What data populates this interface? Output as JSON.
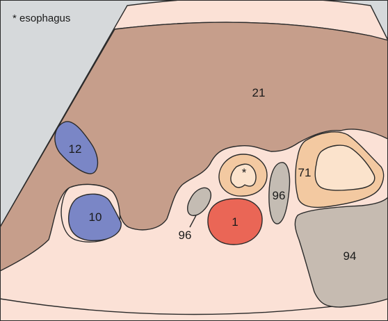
{
  "legend_note": "* esophagus",
  "labels": {
    "liver": "21",
    "lymph_node_12": "12",
    "lymph_node_10": "10",
    "vessel_96_left": "96",
    "vessel_1": "1",
    "esophagus_marker": "*",
    "vessel_96_right": "96",
    "structure_71": "71",
    "structure_94": "94"
  },
  "colors": {
    "background_gray": "#d6d9db",
    "fan_pink": "#fbe1d6",
    "liver_brown": "#c69e8b",
    "lymph_blue": "#7a86c6",
    "vessel_red": "#ea6656",
    "vessel_gray": "#c4bcb3",
    "orange_light": "#f3c9a1",
    "cream": "#fbe3cc",
    "gray_94": "#c6bbb1"
  }
}
